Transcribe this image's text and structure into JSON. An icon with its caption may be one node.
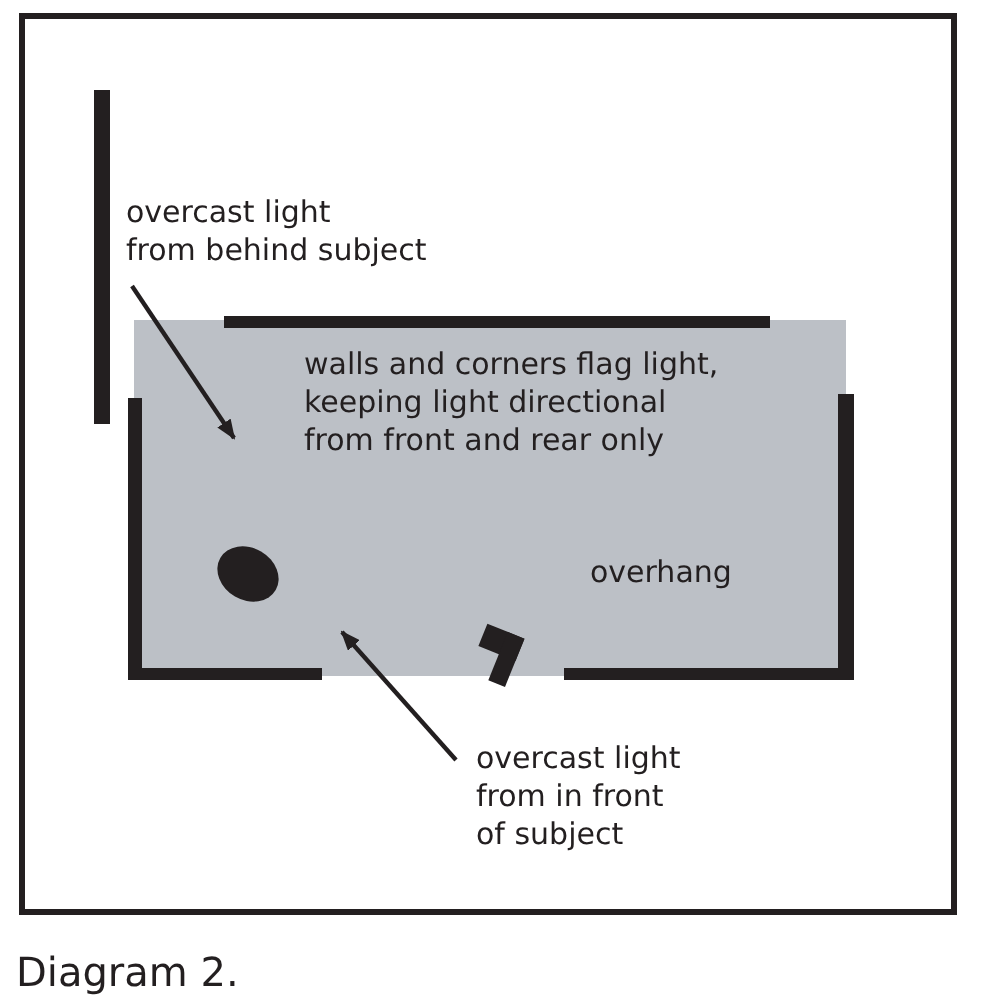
{
  "diagram": {
    "caption": "Diagram 2.",
    "nodes": [
      {
        "text": [
          "overcast light from behind subject"
        ]
      },
      {
        "text": [
          "overcast light from in front of subject"
        ]
      }
    ],
    "edges": [
      {
        "from": 0,
        "to": null,
        "arrow": "to"
      },
      {
        "from": 1,
        "to": null,
        "arrow": "to"
      }
    ],
    "labels": [
      "walls and corners flag light, keeping light directional from front and rear only",
      "overhang"
    ]
  }
}
